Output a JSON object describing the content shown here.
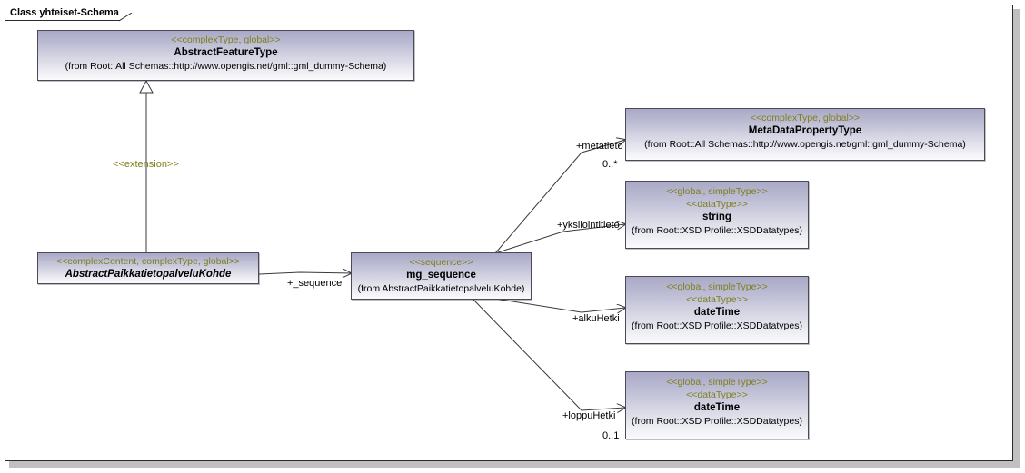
{
  "frame": {
    "label": "Class yhteiset-Schema"
  },
  "classes": [
    {
      "id": "abstract-feature-type",
      "stereotype": "<<complexType, global>>",
      "name": "AbstractFeatureType",
      "from": "(from Root::All Schemas::http://www.opengis.net/gml::gml_dummy-Schema)",
      "abstract": false
    },
    {
      "id": "abstract-paikkatietopalvelu-kohde",
      "stereotype": "<<complexContent, complexType, global>>",
      "name": "AbstractPaikkatietopalveluKohde",
      "from": "",
      "abstract": true
    },
    {
      "id": "mg-sequence",
      "stereotype": "<<sequence>>",
      "name": "mg_sequence",
      "from": "(from AbstractPaikkatietopalveluKohde)",
      "abstract": false
    },
    {
      "id": "metadata-property-type",
      "stereotype": "<<complexType, global>>",
      "name": "MetaDataPropertyType",
      "from": "(from Root::All Schemas::http://www.opengis.net/gml::gml_dummy-Schema)",
      "abstract": false
    },
    {
      "id": "string-datatype",
      "stereotype": "<<global, simpleType>>",
      "stereotype2": "<<dataType>>",
      "name": "string",
      "from": "(from Root::XSD Profile::XSDDatatypes)",
      "abstract": false
    },
    {
      "id": "datetime-alkuhetki",
      "stereotype": "<<global, simpleType>>",
      "stereotype2": "<<dataType>>",
      "name": "dateTime",
      "from": "(from Root::XSD Profile::XSDDatatypes)",
      "abstract": false
    },
    {
      "id": "datetime-loppuhetki",
      "stereotype": "<<global, simpleType>>",
      "stereotype2": "<<dataType>>",
      "name": "dateTime",
      "from": "(from Root::XSD Profile::XSDDatatypes)",
      "abstract": false
    }
  ],
  "connectors": [
    {
      "id": "generalization-extension",
      "kind": "generalization",
      "stereotype": "<<extension>>",
      "role": "",
      "multiplicity": ""
    },
    {
      "id": "assoc-sequence",
      "kind": "association",
      "role": "+_sequence",
      "multiplicity": ""
    },
    {
      "id": "assoc-metatieto",
      "kind": "association",
      "role": "+metatieto",
      "multiplicity": "0..*"
    },
    {
      "id": "assoc-yksilointitieto",
      "kind": "association",
      "role": "+yksilointitieto",
      "multiplicity": ""
    },
    {
      "id": "assoc-alkuhetki",
      "kind": "association",
      "role": "+alkuHetki",
      "multiplicity": ""
    },
    {
      "id": "assoc-loppuhetki",
      "kind": "association",
      "role": "+loppuHetki",
      "multiplicity": "0..1"
    }
  ],
  "colors": {
    "class_fill_top": "#a9a9c6",
    "class_fill_bottom": "#fbfbfd",
    "class_border": "#4a4a5a",
    "stereotype_text": "#7f7f1e",
    "connector_line": "#3a3a3a",
    "frame_border": "#2b2b2b",
    "frame_shadow": "#c0c0c0",
    "background": "#ffffff"
  }
}
